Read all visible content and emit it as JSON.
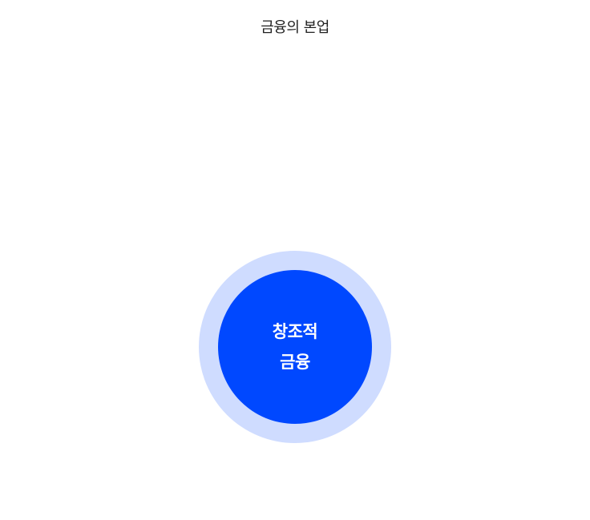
{
  "heading": "금융의 본업",
  "colors": {
    "outer_ring": "#cfdcff",
    "inner_circle": "#0048ff",
    "core_text": "#ffffff",
    "heading_text": "#222222"
  },
  "core": {
    "line1": "창조적",
    "line2": "금융"
  }
}
